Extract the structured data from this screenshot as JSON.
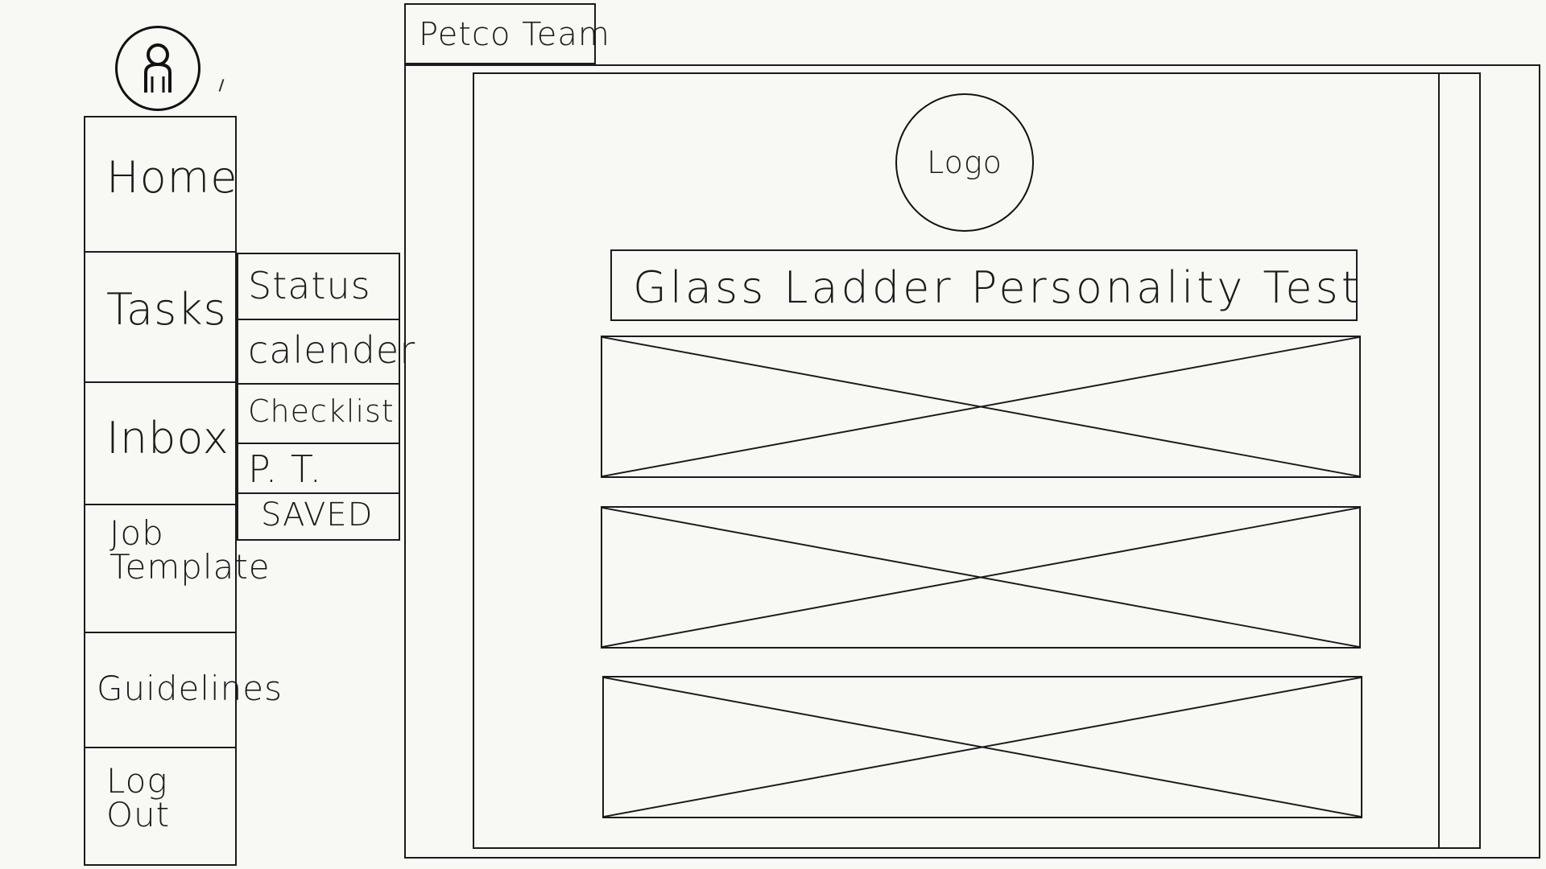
{
  "header": {
    "tab_label": "Petco Team"
  },
  "sidebar": {
    "items": [
      {
        "label": "Home"
      },
      {
        "label": "Tasks"
      },
      {
        "label": "Inbox"
      },
      {
        "label": "Job Template"
      },
      {
        "label": "Guidelines"
      },
      {
        "label": "Log Out"
      }
    ]
  },
  "submenu": {
    "items": [
      {
        "label": "Status"
      },
      {
        "label": "calender"
      },
      {
        "label": "Checklist"
      },
      {
        "label": "P. T."
      },
      {
        "label": "SAVED"
      }
    ]
  },
  "main": {
    "logo_label": "Logo",
    "title": "Glass Ladder Personality Test"
  },
  "icons": {
    "avatar": "user-icon",
    "image_placeholder": "image-placeholder-icon"
  },
  "colors": {
    "background": "#f8f8f4",
    "ink": "#1b1b1b"
  }
}
